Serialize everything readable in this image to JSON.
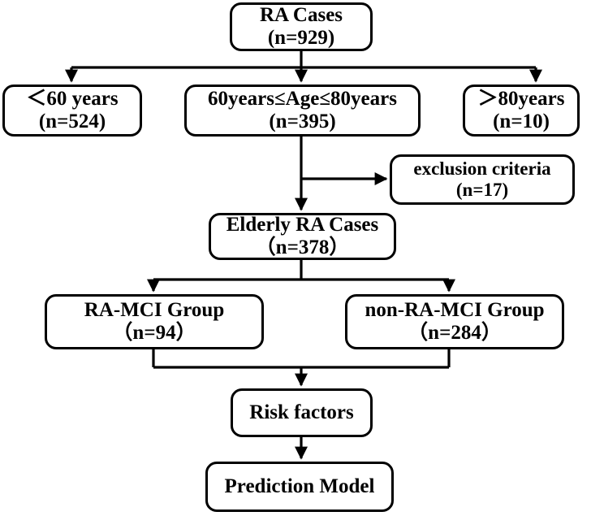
{
  "diagram": {
    "title": "RA Cases study flow diagram",
    "stroke_color": "#000000",
    "background_color": "#ffffff",
    "nodes": [
      {
        "id": "ra-cases",
        "line1": "RA Cases",
        "line2": "(n=929)"
      },
      {
        "id": "under60",
        "line1": "＜60 years",
        "line2": "(n=524)"
      },
      {
        "id": "age60to80",
        "line1": "60years≤Age≤80years",
        "line2": "(n=395)"
      },
      {
        "id": "over80",
        "line1": "＞80years",
        "line2": "(n=10)"
      },
      {
        "id": "exclusion",
        "line1": "exclusion criteria",
        "line2": "(n=17)"
      },
      {
        "id": "elderly",
        "line1": "Elderly RA Cases",
        "line2": "（n=378）"
      },
      {
        "id": "ramci",
        "line1": "RA-MCI Group",
        "line2": "（n=94）"
      },
      {
        "id": "nonramci",
        "line1": "non-RA-MCI Group",
        "line2": "（n=284）"
      },
      {
        "id": "risk",
        "line1": "Risk factors",
        "line2": ""
      },
      {
        "id": "prediction",
        "line1": "Prediction Model",
        "line2": ""
      }
    ],
    "counts": {
      "ra_cases": 929,
      "under_60": 524,
      "age_60_to_80": 395,
      "over_80": 10,
      "exclusion_criteria": 17,
      "elderly_ra_cases": 378,
      "ra_mci_group": 94,
      "non_ra_mci_group": 284
    },
    "edges": [
      {
        "from": "ra-cases",
        "to": "under60"
      },
      {
        "from": "ra-cases",
        "to": "age60to80"
      },
      {
        "from": "ra-cases",
        "to": "over80"
      },
      {
        "from": "age60to80",
        "to": "exclusion"
      },
      {
        "from": "age60to80",
        "to": "elderly"
      },
      {
        "from": "elderly",
        "to": "ramci"
      },
      {
        "from": "elderly",
        "to": "nonramci"
      },
      {
        "from": "ramci",
        "to": "risk"
      },
      {
        "from": "nonramci",
        "to": "risk"
      },
      {
        "from": "risk",
        "to": "prediction"
      }
    ]
  }
}
